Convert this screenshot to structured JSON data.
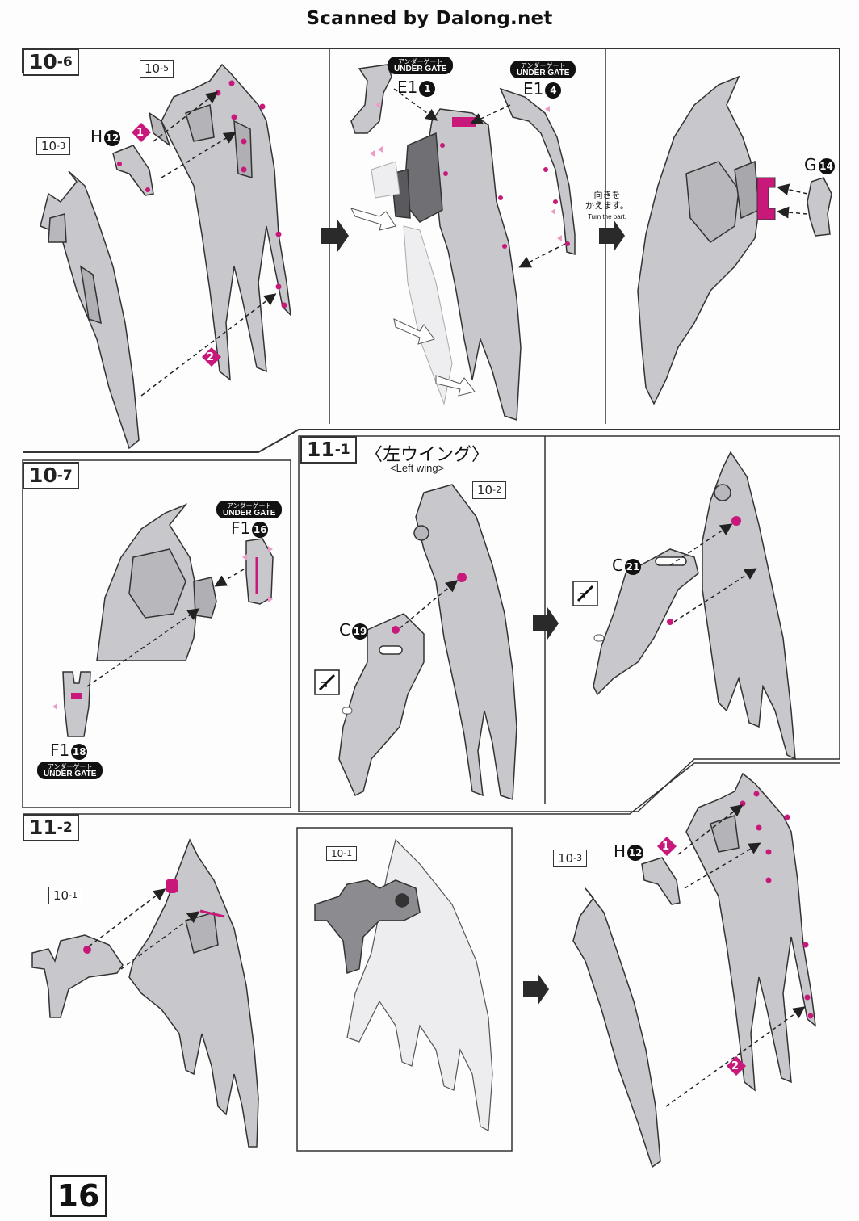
{
  "header": {
    "scan_credit": "Scanned by Dalong.net"
  },
  "page_number": "16",
  "colors": {
    "accent": "#c8197a",
    "part_fill": "#c8c8cc",
    "line": "#333333",
    "clear_part": "#ececee"
  },
  "steps": {
    "s10_6": {
      "main": "10",
      "sub": "-6"
    },
    "s10_7": {
      "main": "10",
      "sub": "-7"
    },
    "s11_1": {
      "main": "11",
      "sub": "-1",
      "title": "〈左ウイング〉",
      "subtitle": "<Left wing>"
    },
    "s11_2": {
      "main": "11",
      "sub": "-2"
    }
  },
  "refs": {
    "r10_5": {
      "main": "10",
      "sub": "-5"
    },
    "r10_3a": {
      "main": "10",
      "sub": "-3"
    },
    "r10_2": {
      "main": "10",
      "sub": "-2"
    },
    "r10_1a": {
      "main": "10",
      "sub": "-1"
    },
    "r10_1b": {
      "main": "10",
      "sub": "-1"
    },
    "r10_3b": {
      "main": "10",
      "sub": "-3"
    }
  },
  "parts": {
    "h12a": {
      "label": "H",
      "num": "12"
    },
    "e1_1": {
      "label": "E1",
      "num": "1"
    },
    "e1_4": {
      "label": "E1",
      "num": "4"
    },
    "g14": {
      "label": "G",
      "num": "14"
    },
    "f1_16": {
      "label": "F1",
      "num": "16"
    },
    "f1_18": {
      "label": "F1",
      "num": "18"
    },
    "c19": {
      "label": "C",
      "num": "19"
    },
    "c21": {
      "label": "C",
      "num": "21"
    },
    "h12b": {
      "label": "H",
      "num": "12"
    }
  },
  "gates": {
    "jp": "アンダーゲート",
    "en": "UNDER GATE"
  },
  "turn_note": {
    "jp1": "向きを",
    "jp2": "かえます。",
    "en": "Turn the part."
  },
  "sequence": {
    "one": "1",
    "two": "2"
  }
}
